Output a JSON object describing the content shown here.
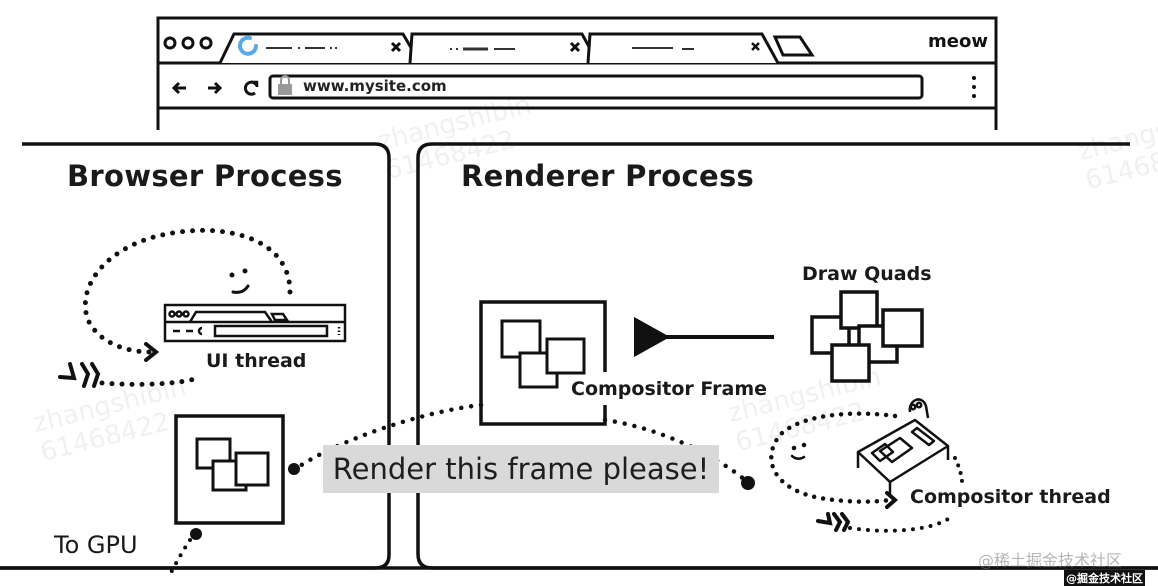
{
  "browser_mock": {
    "tabs": [
      {
        "label_placeholder": "—— · —— ··",
        "loading": true,
        "close_icon": "×"
      },
      {
        "label_placeholder": "·· —— ——",
        "loading": false,
        "close_icon": "×"
      },
      {
        "label_placeholder": "—— —",
        "loading": false,
        "close_icon": "×"
      }
    ],
    "profile_label": "meow",
    "url": "www.mysite.com",
    "nav_icons": [
      "back-arrow-icon",
      "forward-arrow-icon",
      "reload-icon",
      "lock-icon",
      "kebab-menu-icon"
    ]
  },
  "browser_process": {
    "title": "Browser Process",
    "ui_thread_label": "UI thread",
    "gpu_label": "To GPU"
  },
  "renderer_process": {
    "title": "Renderer Process",
    "draw_quads_label": "Draw Quads",
    "compositor_frame_label": "Compositor Frame",
    "compositor_thread_label": "Compositor thread"
  },
  "callout": {
    "text": "Render this frame please!"
  },
  "watermarks": {
    "user": "zhangshibin",
    "id": "61468422",
    "site": "@稀土掘金技术社区",
    "site_small": "@掘金技术社区"
  },
  "colors": {
    "stroke": "#111111",
    "callout_bg": "#d9d9d9",
    "loading_spinner": "#5aa9e6"
  }
}
